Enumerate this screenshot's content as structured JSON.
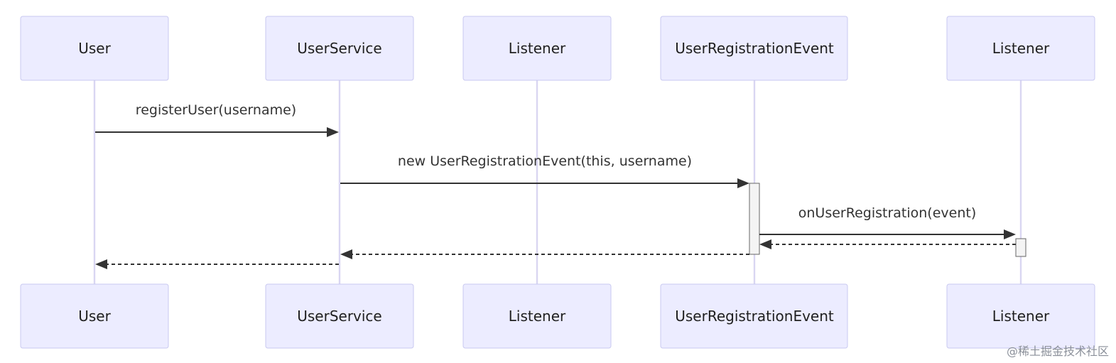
{
  "participants": [
    {
      "id": "user",
      "label": "User"
    },
    {
      "id": "userservice",
      "label": "UserService"
    },
    {
      "id": "listener1",
      "label": "Listener"
    },
    {
      "id": "event",
      "label": "UserRegistrationEvent"
    },
    {
      "id": "listener2",
      "label": "Listener"
    }
  ],
  "messages": [
    {
      "from": "user",
      "to": "userservice",
      "text": "registerUser(username)",
      "style": "solid"
    },
    {
      "from": "userservice",
      "to": "event",
      "text": "new UserRegistrationEvent(this, username)",
      "style": "solid"
    },
    {
      "from": "event",
      "to": "listener2",
      "text": "onUserRegistration(event)",
      "style": "solid"
    },
    {
      "from": "listener2",
      "to": "event",
      "text": "",
      "style": "dashed"
    },
    {
      "from": "event",
      "to": "userservice",
      "text": "",
      "style": "dashed"
    },
    {
      "from": "userservice",
      "to": "user",
      "text": "",
      "style": "dashed"
    }
  ],
  "watermark": "@稀土掘金技术社区"
}
